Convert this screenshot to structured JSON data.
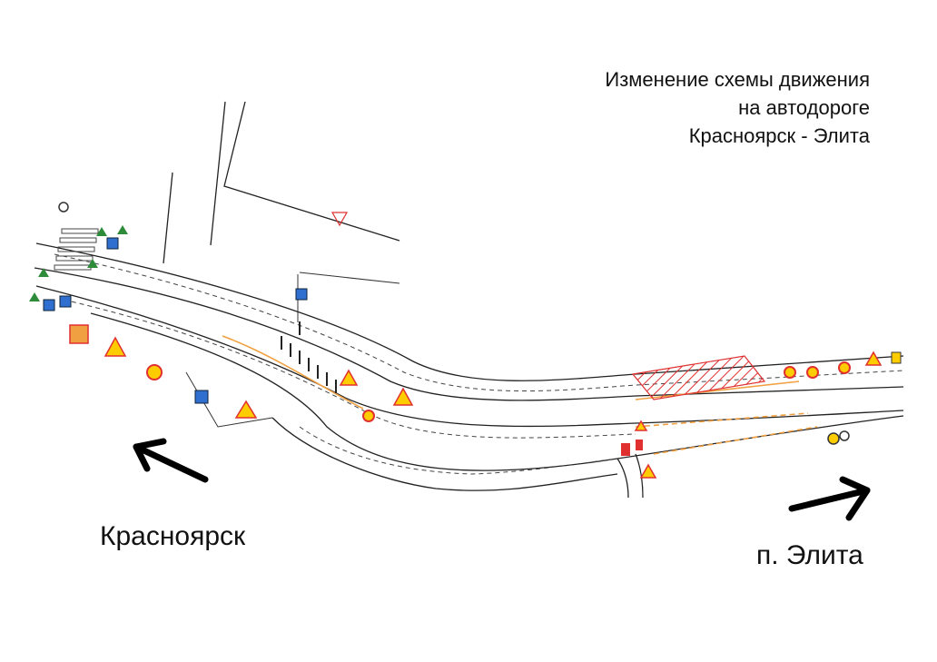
{
  "title": {
    "line1": "Изменение схемы движения",
    "line2": "на автодороге",
    "line3": "Красноярск - Элита"
  },
  "directions": {
    "left": "Красноярск",
    "right": "п. Элита"
  },
  "colors": {
    "road_line": "#222222",
    "construction_line": "#f0a040",
    "hatch_zone": "#e03030",
    "direction_arrow": "#000000",
    "sign_warning": "#ffcc00",
    "sign_info": "#2f6fd0",
    "sign_restrict": "#e03030"
  },
  "icons": [
    "warning-sign-icon",
    "info-sign-icon",
    "speed-limit-sign-icon",
    "tree-icon",
    "direction-arrow-icon"
  ]
}
